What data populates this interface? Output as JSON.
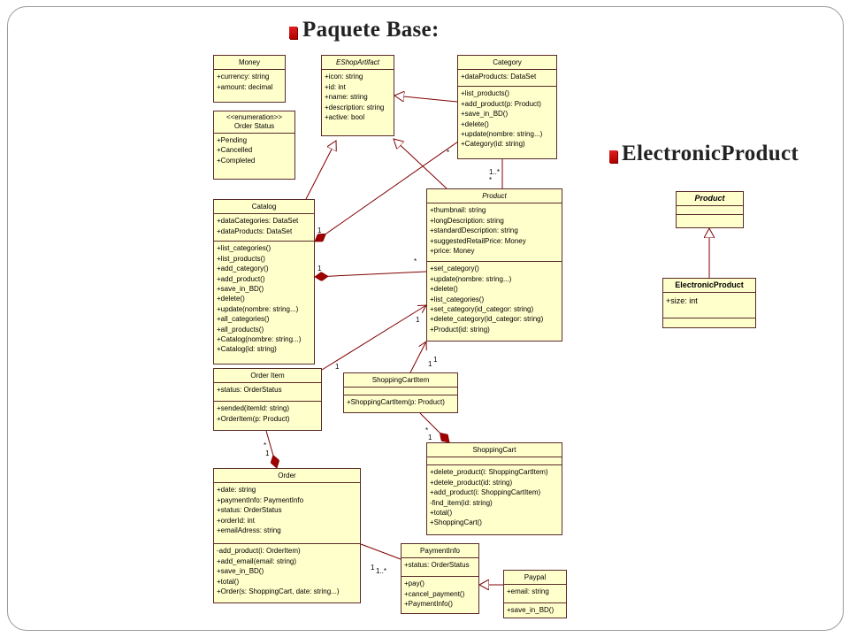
{
  "slide": {
    "title_left": "Paquete Base:",
    "title_right": "ElectronicProduct"
  },
  "classes": {
    "money": {
      "name": "Money",
      "attrs": [
        "+currency: string",
        "+amount: decimal"
      ]
    },
    "eshop": {
      "name": "EShopArtifact",
      "attrs": [
        "+icon: string",
        "+id: int",
        "+name: string",
        "+description: string",
        "+active: bool"
      ]
    },
    "category": {
      "name": "Category",
      "attrs": [
        "+dataProducts: DataSet"
      ],
      "ops": [
        "+list_products()",
        "+add_product(p: Product)",
        "+save_in_BD()",
        "+delete()",
        "+update(nombre: string...)",
        "+Category(id: string)"
      ]
    },
    "orderstatus": {
      "stereotype": "<<enumeration>>",
      "name": "Order Status",
      "attrs": [
        "+Pending",
        "+Cancelled",
        "+Completed"
      ]
    },
    "catalog": {
      "name": "Catalog",
      "attrs": [
        "+dataCategories: DataSet",
        "+dataProducts: DataSet"
      ],
      "ops": [
        "+list_categories()",
        "+list_products()",
        "+add_category()",
        "+add_product()",
        "+save_in_BD()",
        "+delete()",
        "+update(nombre: string...)",
        "+all_categories()",
        "+all_products()",
        "+Catalog(nombre: string...)",
        "+Catalog(id: string)"
      ]
    },
    "product": {
      "name": "Product",
      "attrs": [
        "+thumbnail: string",
        "+longDescription: string",
        "+standardDescription: string",
        "+suggestedRetailPrice: Money",
        "+price: Money"
      ],
      "ops": [
        "+set_category()",
        "+update(nombre: string...)",
        "+delete()",
        "+list_categories()",
        "+set_category(id_categor: string)",
        "+delete_category(id_categor: string)",
        "+Product(id: string)"
      ]
    },
    "orderitem": {
      "name": "Order Item",
      "attrs": [
        "+status: OrderStatus"
      ],
      "ops": [
        "+sended(itemId: string)",
        "+OrderItem(p: Product)"
      ]
    },
    "sci": {
      "name": "ShoppingCartItem",
      "ops": [
        "+ShoppingCartItem(p: Product)"
      ]
    },
    "order": {
      "name": "Order",
      "attrs": [
        "+date: string",
        "+paymentInfo: PaymentInfo",
        "+status: OrderStatus",
        "+orderId: int",
        "+emailAdress: string"
      ],
      "ops": [
        "-add_product(i: OrderItem)",
        "+add_email(email: string)",
        "+save_in_BD()",
        "+total()",
        "+Order(s: ShoppingCart, date: string...)"
      ]
    },
    "cart": {
      "name": "ShoppingCart",
      "ops": [
        "+delete_product(i: ShoppingCartItem)",
        "+detele_product(id: string)",
        "+add_product(i: ShoppingCartItem)",
        "-find_item(id: string)",
        "+total()",
        "+ShoppingCart()"
      ]
    },
    "payinfo": {
      "name": "PaymentInfo",
      "attrs": [
        "+status: OrderStatus"
      ],
      "ops": [
        "+pay()",
        "+cancel_payment()",
        "+PaymentInfo()"
      ]
    },
    "paypal": {
      "name": "Paypal",
      "attrs": [
        "+email: string"
      ],
      "ops": [
        "+save_in_BD()"
      ]
    },
    "product2": {
      "name": "Product"
    },
    "electronic": {
      "name": "ElectronicProduct",
      "attrs": [
        "+size: int"
      ]
    }
  },
  "multiplicities": {
    "m1": "*",
    "m2": "1..*",
    "m3": "*",
    "m4": "1",
    "m5": "1",
    "m6": "*",
    "m7": "1",
    "m8": "1",
    "m9": "1",
    "m10": "1",
    "m11": "*",
    "m12": "1",
    "m13": "*",
    "m14": "1",
    "m15": "1",
    "m16": "1..*"
  }
}
